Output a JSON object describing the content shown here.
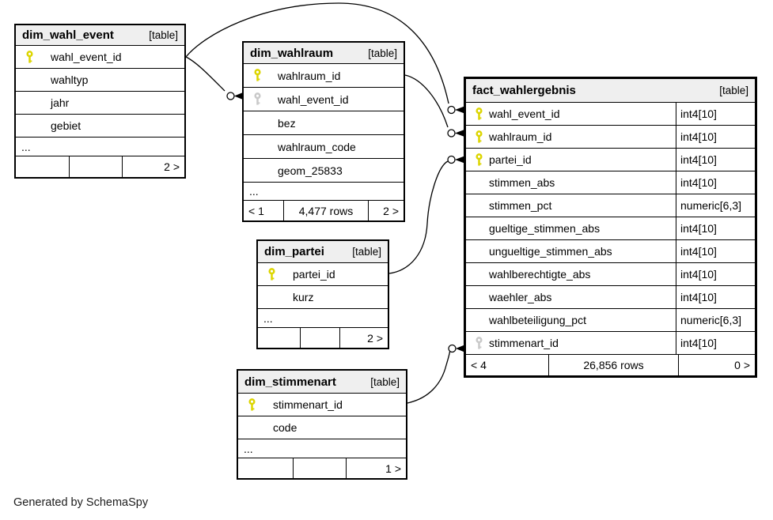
{
  "credit": "Generated by SchemaSpy",
  "colors": {
    "header_bg": "#efefef",
    "border": "#000000",
    "primary_key": "#dcd500",
    "foreign_key": "#c9c9c9",
    "background": "#ffffff"
  },
  "tables": [
    {
      "id": "dim_wahl_event",
      "name": "dim_wahl_event",
      "badge": "[table]",
      "columns": [
        {
          "name": "wahl_event_id",
          "key": "pk"
        },
        {
          "name": "wahltyp"
        },
        {
          "name": "jahr"
        },
        {
          "name": "gebiet"
        }
      ],
      "ellipsis": "...",
      "footer": [
        "",
        "",
        "2 >"
      ]
    },
    {
      "id": "dim_wahlraum",
      "name": "dim_wahlraum",
      "badge": "[table]",
      "columns": [
        {
          "name": "wahlraum_id",
          "key": "pk"
        },
        {
          "name": "wahl_event_id",
          "key": "fk"
        },
        {
          "name": "bez"
        },
        {
          "name": "wahlraum_code"
        },
        {
          "name": "geom_25833"
        }
      ],
      "ellipsis": "...",
      "footer": [
        "< 1",
        "4,477 rows",
        "2 >"
      ]
    },
    {
      "id": "fact_wahlergebnis",
      "name": "fact_wahlergebnis",
      "badge": "[table]",
      "columns": [
        {
          "name": "wahl_event_id",
          "type": "int4[10]",
          "key": "pk"
        },
        {
          "name": "wahlraum_id",
          "type": "int4[10]",
          "key": "pk"
        },
        {
          "name": "partei_id",
          "type": "int4[10]",
          "key": "pk"
        },
        {
          "name": "stimmen_abs",
          "type": "int4[10]"
        },
        {
          "name": "stimmen_pct",
          "type": "numeric[6,3]"
        },
        {
          "name": "gueltige_stimmen_abs",
          "type": "int4[10]"
        },
        {
          "name": "ungueltige_stimmen_abs",
          "type": "int4[10]"
        },
        {
          "name": "wahlberechtigte_abs",
          "type": "int4[10]"
        },
        {
          "name": "waehler_abs",
          "type": "int4[10]"
        },
        {
          "name": "wahlbeteiligung_pct",
          "type": "numeric[6,3]"
        },
        {
          "name": "stimmenart_id",
          "type": "int4[10]",
          "key": "fk"
        }
      ],
      "footer": [
        "< 4",
        "26,856 rows",
        "0 >"
      ]
    },
    {
      "id": "dim_partei",
      "name": "dim_partei",
      "badge": "[table]",
      "columns": [
        {
          "name": "partei_id",
          "key": "pk"
        },
        {
          "name": "kurz"
        }
      ],
      "ellipsis": "...",
      "footer": [
        "",
        "",
        "2 >"
      ]
    },
    {
      "id": "dim_stimmenart",
      "name": "dim_stimmenart",
      "badge": "[table]",
      "columns": [
        {
          "name": "stimmenart_id",
          "key": "pk"
        },
        {
          "name": "code"
        }
      ],
      "ellipsis": "...",
      "footer": [
        "",
        "",
        "1 >"
      ]
    }
  ],
  "relationships": [
    {
      "from": "dim_wahl_event.wahl_event_id",
      "to": "fact_wahlergebnis.wahl_event_id"
    },
    {
      "from": "dim_wahl_event.wahl_event_id",
      "to": "dim_wahlraum.wahl_event_id"
    },
    {
      "from": "dim_wahlraum.wahlraum_id",
      "to": "fact_wahlergebnis.wahlraum_id"
    },
    {
      "from": "dim_partei.partei_id",
      "to": "fact_wahlergebnis.partei_id"
    },
    {
      "from": "dim_stimmenart.stimmenart_id",
      "to": "fact_wahlergebnis.stimmenart_id"
    }
  ]
}
